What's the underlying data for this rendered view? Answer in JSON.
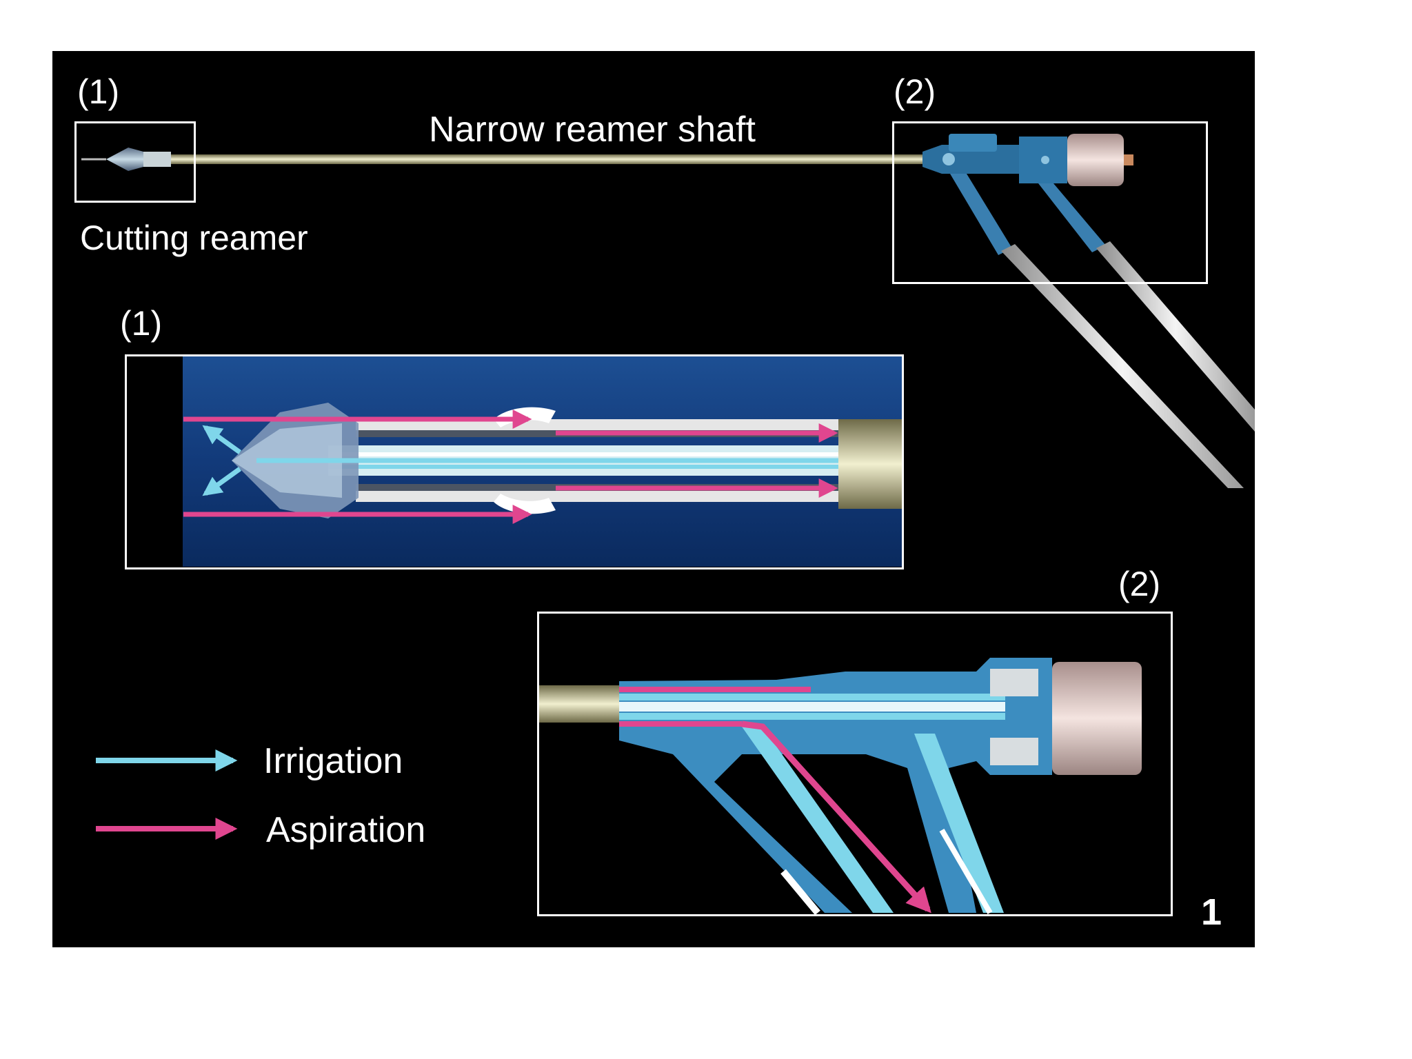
{
  "labels": {
    "top_left_marker": "(1)",
    "top_right_marker": "(2)",
    "shaft": "Narrow reamer shaft",
    "cutting": "Cutting reamer",
    "inset1_marker": "(1)",
    "inset2_marker": "(2)",
    "figure_number": "1"
  },
  "legend": {
    "items": [
      {
        "label": "Irrigation",
        "color": "#7fd6ea"
      },
      {
        "label": "Aspiration",
        "color": "#e0468f"
      }
    ]
  },
  "colors": {
    "background": "#000000",
    "irrigation": "#7fd6ea",
    "aspiration": "#e0468f",
    "shaft": "#d8d4a8",
    "handle": "#2b6f9e",
    "inset_bg": "#123a7a"
  }
}
